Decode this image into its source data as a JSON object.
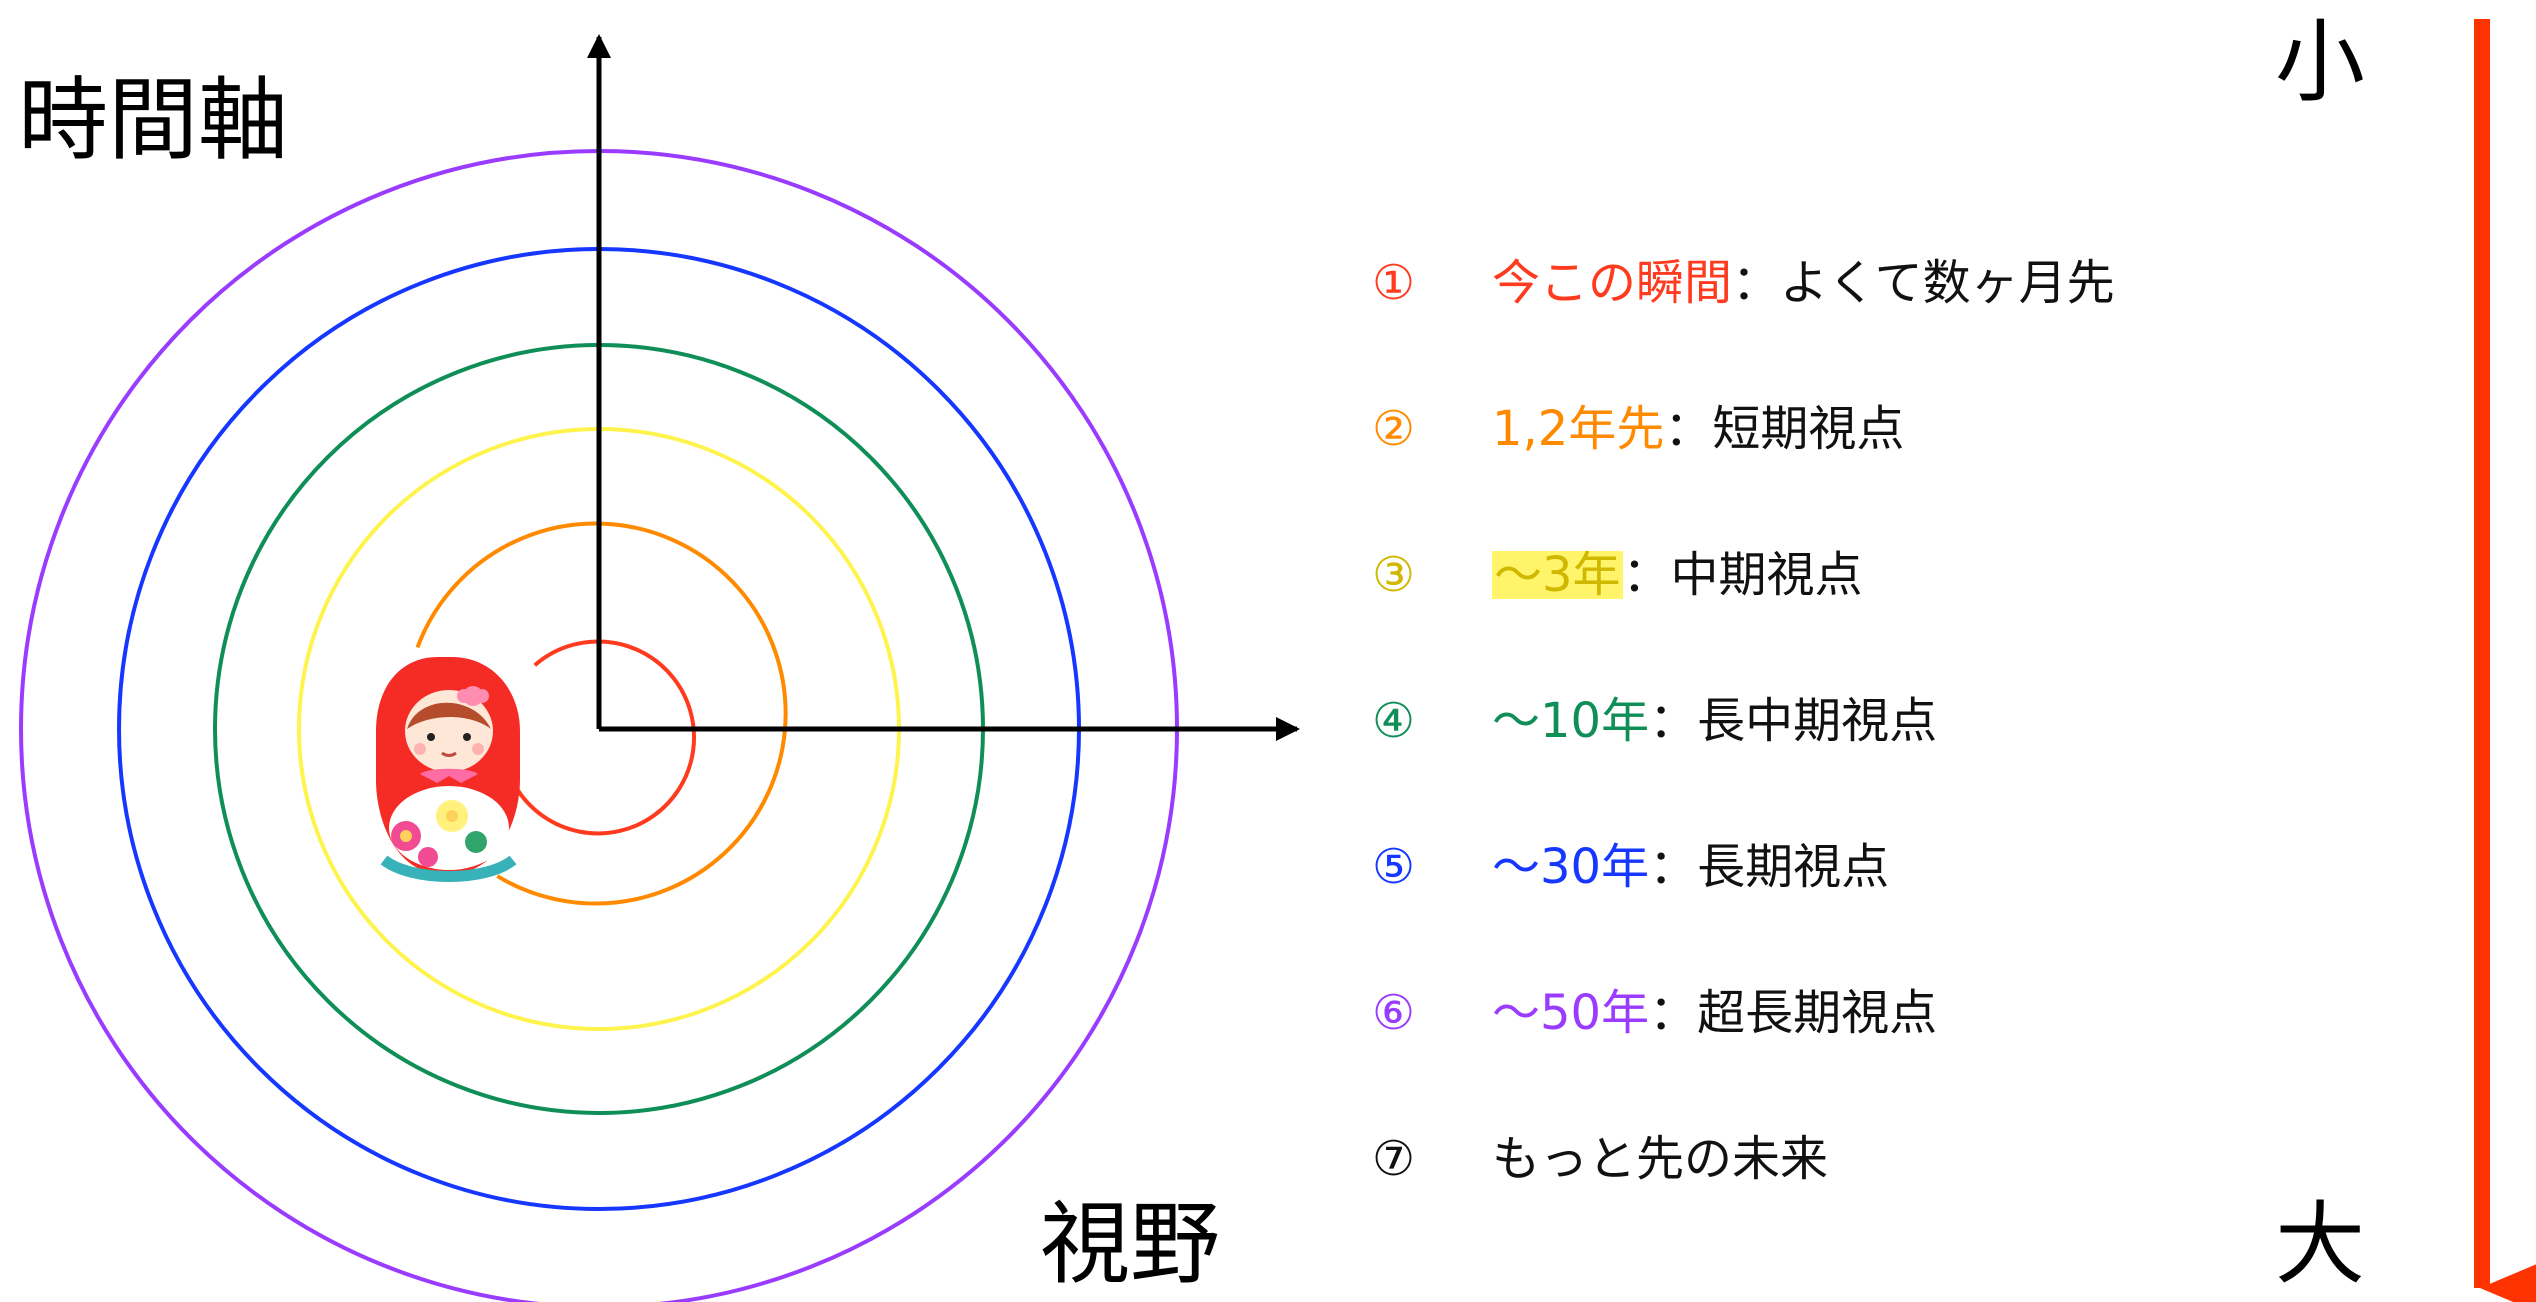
{
  "labels": {
    "time_axis": "時間軸",
    "view": "視野",
    "small": "小",
    "large": "大"
  },
  "colors": {
    "ring1": "#ff3b1f",
    "ring2": "#ff8a00",
    "ring3": "#fff34d",
    "ring4": "#0f8f57",
    "ring5": "#1637ff",
    "ring6": "#9a3cff",
    "axis": "#000000",
    "arrow": "#ff3300",
    "legend_text": "#111111"
  },
  "icon": {
    "name": "matryoshka-doll-icon"
  },
  "legend": [
    {
      "number": "①",
      "term": "今この瞬間",
      "description": "：よくて数ヶ月先",
      "color": "#ff3b1f",
      "highlight": false
    },
    {
      "number": "②",
      "term": "1,2年先",
      "description": "：短期視点",
      "color": "#ff8a00",
      "highlight": false
    },
    {
      "number": "③",
      "term": "〜3年",
      "description": "：中期視点",
      "color": "#d1b800",
      "highlight": true
    },
    {
      "number": "④",
      "term": "〜10年",
      "description": "：長中期視点",
      "color": "#0f8f57",
      "highlight": false
    },
    {
      "number": "⑤",
      "term": "〜30年",
      "description": "：長期視点",
      "color": "#1637ff",
      "highlight": false
    },
    {
      "number": "⑥",
      "term": "〜50年",
      "description": "：超長期視点",
      "color": "#9a3cff",
      "highlight": false
    },
    {
      "number": "⑦",
      "term": "",
      "description": "もっと先の未来",
      "color": "#111111",
      "highlight": false
    }
  ]
}
